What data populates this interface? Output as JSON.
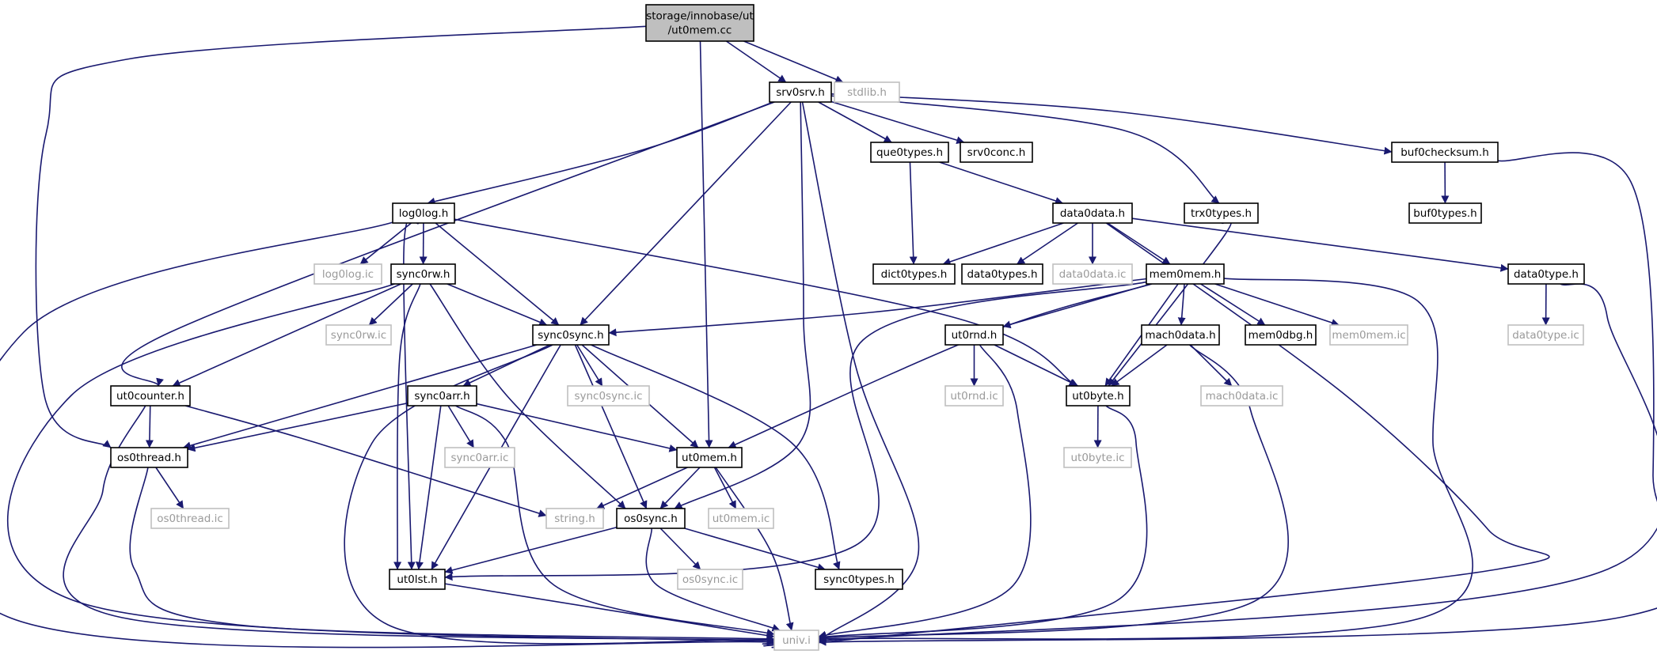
{
  "graph": {
    "edge_color": "#191970",
    "nodes": [
      {
        "id": "ut0mem_cc",
        "lines": [
          "storage/innobase/ut",
          "/ut0mem.cc"
        ],
        "style": "root"
      },
      {
        "id": "srv0srv_h",
        "lines": [
          "srv0srv.h"
        ],
        "style": "solid"
      },
      {
        "id": "stdlib_h",
        "lines": [
          "stdlib.h"
        ],
        "style": "ghost"
      },
      {
        "id": "que0types_h",
        "lines": [
          "que0types.h"
        ],
        "style": "solid"
      },
      {
        "id": "srv0conc_h",
        "lines": [
          "srv0conc.h"
        ],
        "style": "solid"
      },
      {
        "id": "buf0checksum_h",
        "lines": [
          "buf0checksum.h"
        ],
        "style": "solid"
      },
      {
        "id": "log0log_h",
        "lines": [
          "log0log.h"
        ],
        "style": "solid"
      },
      {
        "id": "data0data_h",
        "lines": [
          "data0data.h"
        ],
        "style": "solid"
      },
      {
        "id": "trx0types_h",
        "lines": [
          "trx0types.h"
        ],
        "style": "solid"
      },
      {
        "id": "buf0types_h",
        "lines": [
          "buf0types.h"
        ],
        "style": "solid"
      },
      {
        "id": "log0log_ic",
        "lines": [
          "log0log.ic"
        ],
        "style": "ghost"
      },
      {
        "id": "sync0rw_h",
        "lines": [
          "sync0rw.h"
        ],
        "style": "solid"
      },
      {
        "id": "dict0types_h",
        "lines": [
          "dict0types.h"
        ],
        "style": "solid"
      },
      {
        "id": "data0types_h",
        "lines": [
          "data0types.h"
        ],
        "style": "solid"
      },
      {
        "id": "data0data_ic",
        "lines": [
          "data0data.ic"
        ],
        "style": "ghost"
      },
      {
        "id": "mem0mem_h",
        "lines": [
          "mem0mem.h"
        ],
        "style": "solid"
      },
      {
        "id": "data0type_h",
        "lines": [
          "data0type.h"
        ],
        "style": "solid"
      },
      {
        "id": "sync0rw_ic",
        "lines": [
          "sync0rw.ic"
        ],
        "style": "ghost"
      },
      {
        "id": "sync0sync_h",
        "lines": [
          "sync0sync.h"
        ],
        "style": "solid"
      },
      {
        "id": "ut0rnd_h",
        "lines": [
          "ut0rnd.h"
        ],
        "style": "solid"
      },
      {
        "id": "mach0data_h",
        "lines": [
          "mach0data.h"
        ],
        "style": "solid"
      },
      {
        "id": "mem0dbg_h",
        "lines": [
          "mem0dbg.h"
        ],
        "style": "solid"
      },
      {
        "id": "mem0mem_ic",
        "lines": [
          "mem0mem.ic"
        ],
        "style": "ghost"
      },
      {
        "id": "data0type_ic",
        "lines": [
          "data0type.ic"
        ],
        "style": "ghost"
      },
      {
        "id": "sync0sync_ic",
        "lines": [
          "sync0sync.ic"
        ],
        "style": "ghost"
      },
      {
        "id": "ut0counter_h",
        "lines": [
          "ut0counter.h"
        ],
        "style": "solid"
      },
      {
        "id": "sync0arr_h",
        "lines": [
          "sync0arr.h"
        ],
        "style": "solid"
      },
      {
        "id": "ut0rnd_ic",
        "lines": [
          "ut0rnd.ic"
        ],
        "style": "ghost"
      },
      {
        "id": "ut0byte_h",
        "lines": [
          "ut0byte.h"
        ],
        "style": "solid"
      },
      {
        "id": "mach0data_ic",
        "lines": [
          "mach0data.ic"
        ],
        "style": "ghost"
      },
      {
        "id": "os0thread_h",
        "lines": [
          "os0thread.h"
        ],
        "style": "solid"
      },
      {
        "id": "sync0arr_ic",
        "lines": [
          "sync0arr.ic"
        ],
        "style": "ghost"
      },
      {
        "id": "ut0mem_h",
        "lines": [
          "ut0mem.h"
        ],
        "style": "solid"
      },
      {
        "id": "ut0byte_ic",
        "lines": [
          "ut0byte.ic"
        ],
        "style": "ghost"
      },
      {
        "id": "os0thread_ic",
        "lines": [
          "os0thread.ic"
        ],
        "style": "ghost"
      },
      {
        "id": "string_h",
        "lines": [
          "string.h"
        ],
        "style": "ghost"
      },
      {
        "id": "ut0mem_ic",
        "lines": [
          "ut0mem.ic"
        ],
        "style": "ghost"
      },
      {
        "id": "os0sync_h",
        "lines": [
          "os0sync.h"
        ],
        "style": "solid"
      },
      {
        "id": "os0sync_ic",
        "lines": [
          "os0sync.ic"
        ],
        "style": "ghost"
      },
      {
        "id": "sync0types_h",
        "lines": [
          "sync0types.h"
        ],
        "style": "solid"
      },
      {
        "id": "ut0lst_h",
        "lines": [
          "ut0lst.h"
        ],
        "style": "solid"
      },
      {
        "id": "univ_i",
        "lines": [
          "univ.i"
        ],
        "style": "ghost"
      }
    ],
    "edges": [
      [
        "ut0mem_cc",
        "srv0srv_h"
      ],
      [
        "ut0mem_cc",
        "stdlib_h"
      ],
      [
        "ut0mem_cc",
        "ut0mem_h"
      ],
      [
        "ut0mem_cc",
        "os0thread_h"
      ],
      [
        "srv0srv_h",
        "que0types_h"
      ],
      [
        "srv0srv_h",
        "srv0conc_h"
      ],
      [
        "srv0srv_h",
        "buf0checksum_h"
      ],
      [
        "srv0srv_h",
        "log0log_h"
      ],
      [
        "srv0srv_h",
        "trx0types_h"
      ],
      [
        "srv0srv_h",
        "sync0sync_h"
      ],
      [
        "srv0srv_h",
        "ut0counter_h"
      ],
      [
        "srv0srv_h",
        "os0sync_h"
      ],
      [
        "srv0srv_h",
        "univ_i"
      ],
      [
        "que0types_h",
        "dict0types_h"
      ],
      [
        "que0types_h",
        "data0data_h"
      ],
      [
        "buf0checksum_h",
        "buf0types_h"
      ],
      [
        "buf0checksum_h",
        "univ_i"
      ],
      [
        "trx0types_h",
        "ut0byte_h"
      ],
      [
        "log0log_h",
        "log0log_ic"
      ],
      [
        "log0log_h",
        "sync0rw_h"
      ],
      [
        "log0log_h",
        "sync0sync_h"
      ],
      [
        "log0log_h",
        "ut0byte_h"
      ],
      [
        "log0log_h",
        "ut0lst_h"
      ],
      [
        "log0log_h",
        "univ_i"
      ],
      [
        "data0data_h",
        "dict0types_h"
      ],
      [
        "data0data_h",
        "data0types_h"
      ],
      [
        "data0data_h",
        "data0data_ic"
      ],
      [
        "data0data_h",
        "mem0mem_h"
      ],
      [
        "data0data_h",
        "data0type_h"
      ],
      [
        "data0data_h",
        "univ_i"
      ],
      [
        "sync0rw_h",
        "sync0rw_ic"
      ],
      [
        "sync0rw_h",
        "sync0sync_h"
      ],
      [
        "sync0rw_h",
        "ut0counter_h"
      ],
      [
        "sync0rw_h",
        "os0sync_h"
      ],
      [
        "sync0rw_h",
        "ut0lst_h"
      ],
      [
        "sync0rw_h",
        "univ_i"
      ],
      [
        "mem0mem_h",
        "sync0sync_h"
      ],
      [
        "mem0mem_h",
        "ut0rnd_h"
      ],
      [
        "mem0mem_h",
        "mach0data_h"
      ],
      [
        "mem0mem_h",
        "mem0dbg_h"
      ],
      [
        "mem0mem_h",
        "mem0mem_ic"
      ],
      [
        "mem0mem_h",
        "ut0byte_h"
      ],
      [
        "mem0mem_h",
        "ut0mem_h"
      ],
      [
        "mem0mem_h",
        "ut0lst_h"
      ],
      [
        "mem0mem_h",
        "univ_i"
      ],
      [
        "data0type_h",
        "data0type_ic"
      ],
      [
        "data0type_h",
        "univ_i"
      ],
      [
        "sync0sync_h",
        "sync0sync_ic"
      ],
      [
        "sync0sync_h",
        "sync0arr_h"
      ],
      [
        "sync0sync_h",
        "ut0mem_h"
      ],
      [
        "sync0sync_h",
        "os0thread_h"
      ],
      [
        "sync0sync_h",
        "os0sync_h"
      ],
      [
        "sync0sync_h",
        "sync0types_h"
      ],
      [
        "sync0sync_h",
        "ut0lst_h"
      ],
      [
        "sync0sync_h",
        "univ_i"
      ],
      [
        "ut0rnd_h",
        "ut0rnd_ic"
      ],
      [
        "ut0rnd_h",
        "ut0byte_h"
      ],
      [
        "ut0rnd_h",
        "univ_i"
      ],
      [
        "mach0data_h",
        "mach0data_ic"
      ],
      [
        "mach0data_h",
        "ut0byte_h"
      ],
      [
        "mach0data_h",
        "univ_i"
      ],
      [
        "ut0counter_h",
        "os0thread_h"
      ],
      [
        "ut0counter_h",
        "string_h"
      ],
      [
        "ut0counter_h",
        "univ_i"
      ],
      [
        "sync0arr_h",
        "sync0arr_ic"
      ],
      [
        "sync0arr_h",
        "os0thread_h"
      ],
      [
        "sync0arr_h",
        "ut0mem_h"
      ],
      [
        "sync0arr_h",
        "ut0lst_h"
      ],
      [
        "sync0arr_h",
        "univ_i"
      ],
      [
        "ut0byte_h",
        "ut0byte_ic"
      ],
      [
        "ut0byte_h",
        "univ_i"
      ],
      [
        "os0thread_h",
        "os0thread_ic"
      ],
      [
        "os0thread_h",
        "univ_i"
      ],
      [
        "ut0mem_h",
        "string_h"
      ],
      [
        "ut0mem_h",
        "ut0mem_ic"
      ],
      [
        "ut0mem_h",
        "os0sync_h"
      ],
      [
        "ut0mem_h",
        "univ_i"
      ],
      [
        "os0sync_h",
        "os0sync_ic"
      ],
      [
        "os0sync_h",
        "sync0types_h"
      ],
      [
        "os0sync_h",
        "ut0lst_h"
      ],
      [
        "os0sync_h",
        "univ_i"
      ],
      [
        "ut0lst_h",
        "univ_i"
      ]
    ]
  }
}
